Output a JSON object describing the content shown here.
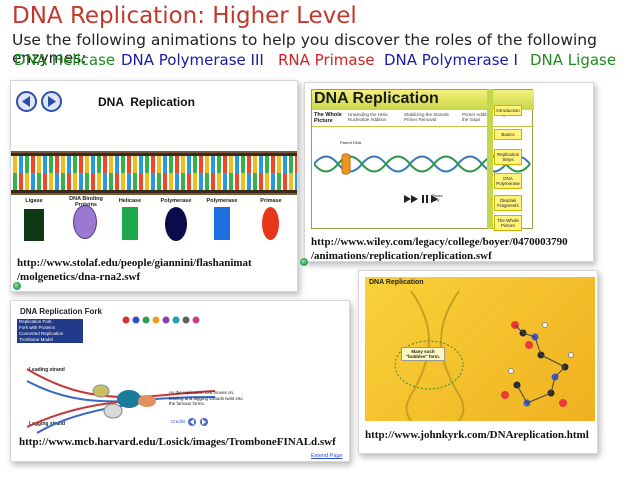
{
  "title": "DNA Replication: Higher Level",
  "subtitle": "Use the following animations to help you discover the roles of the following enzymes:",
  "enzymes": [
    {
      "label": "DNA Helicase",
      "color": "#1e8c1e"
    },
    {
      "label": "DNA Polymerase III",
      "color": "#1a1aa8"
    },
    {
      "label": "RNA Primase",
      "color": "#d42020"
    },
    {
      "label": "DNA Polymerase I",
      "color": "#1a1aa8"
    },
    {
      "label": "DNA Ligase",
      "color": "#1e8c1e"
    }
  ],
  "card1": {
    "heading": "DNA  Replication",
    "legend": [
      "Ligase",
      "DNA Binding Proteins",
      "Helicase",
      "Polymerase",
      "Polymerase",
      "Primase"
    ],
    "url": "http://www.stolaf.edu/people/giannini/flashanimat /molgenetics/dna-rna2.swf"
  },
  "card2": {
    "heading": "DNA Replication",
    "tabs": [
      "The Whole Picture",
      "Unwinding the Helix Nucleotide Addition",
      "Stabilizing the Strands Primer Removal",
      "Primer Addition Filling the Gaps"
    ],
    "nav": [
      "Introduction",
      "Basics",
      "Replication Steps",
      "DNA Polymerase",
      "Okazaki Fragments",
      "The Whole Picture"
    ],
    "parent_label": "Parent DNA",
    "play_label": "Pause Play",
    "url": "http://www.wiley.com/legacy/college/boyer/0470003790 /animations/replication/replication.swf"
  },
  "card3": {
    "heading": "DNA Replication Fork",
    "menu": [
      "Replication Fork",
      "Fork with Proteins",
      "Concerted Replication",
      "Trombone Model"
    ],
    "leading": "Leading strand",
    "lagging": "Lagging strand",
    "caption": "As the replication fork moves on, leading and lagging strands twist into the famous forms.",
    "credits": "Credits",
    "url": "http://www.mcb.harvard.edu/Losick/images/TromboneFINALd.swf",
    "extend": "Extend Page"
  },
  "card4": {
    "heading": "DNA Replication",
    "bubble": "Many such \"bubbles\" form.",
    "url": "http://www.johnkyrk.com/DNAreplication.html"
  }
}
